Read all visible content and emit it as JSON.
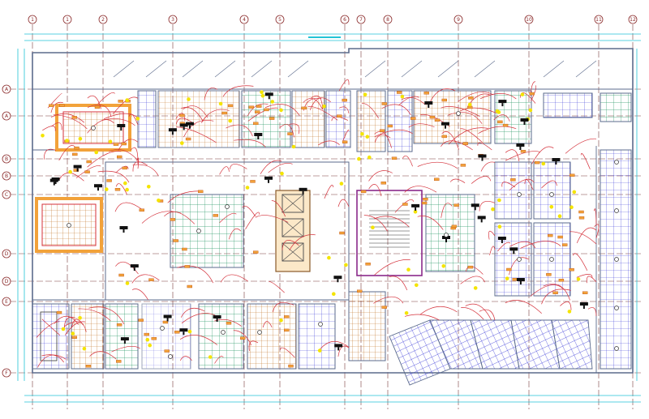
{
  "drawing": {
    "colors": {
      "background": "#ffffff",
      "grid_line": "#7a3b3b",
      "wall": "#5b6b8c",
      "ceiling_grid": "#2d9a6a",
      "dimension": "#22c3d6",
      "lighting_circuit": "#d4303a",
      "fixture": "#f2a23a",
      "fixture_yellow": "#f4e400",
      "symbol": "#111111",
      "duct": "#3a3ad8"
    },
    "column_bubbles_top": [
      "1",
      "1",
      "2",
      "3",
      "4",
      "5",
      "6",
      "7",
      "8",
      "9",
      "10",
      "11",
      "12"
    ],
    "row_bubbles_left": [
      "A",
      "A",
      "B",
      "B",
      "C",
      "D",
      "D",
      "E",
      "F"
    ]
  }
}
